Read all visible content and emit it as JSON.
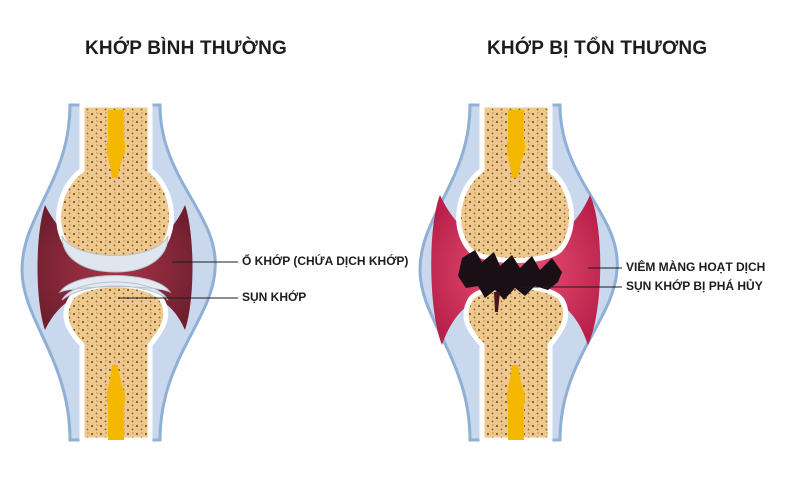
{
  "titles": {
    "normal": "KHỚP BÌNH THƯỜNG",
    "damaged": "KHỚP BỊ TỔN THƯƠNG"
  },
  "labels": {
    "joint_cavity": "Ổ KHỚP (CHỨA DỊCH KHỚP)",
    "cartilage": "SỤN KHỚP",
    "synovitis": "VIÊM MÀNG HOẠT DỊCH",
    "destroyed_cartilage": "SỤN KHỚP BỊ PHÁ HỦY"
  },
  "colors": {
    "capsule": "#c9d8ec",
    "capsule_edge": "#8fb0d6",
    "bone": "#eec98f",
    "bone_edge": "#ffffff",
    "marrow": "#f5b800",
    "cartilage": "#dfe6ee",
    "synovial_fluid": "#8a2a3a",
    "inflamed": "#d7385e",
    "erosion": "#1a0f14",
    "text": "#1d1d1b"
  }
}
